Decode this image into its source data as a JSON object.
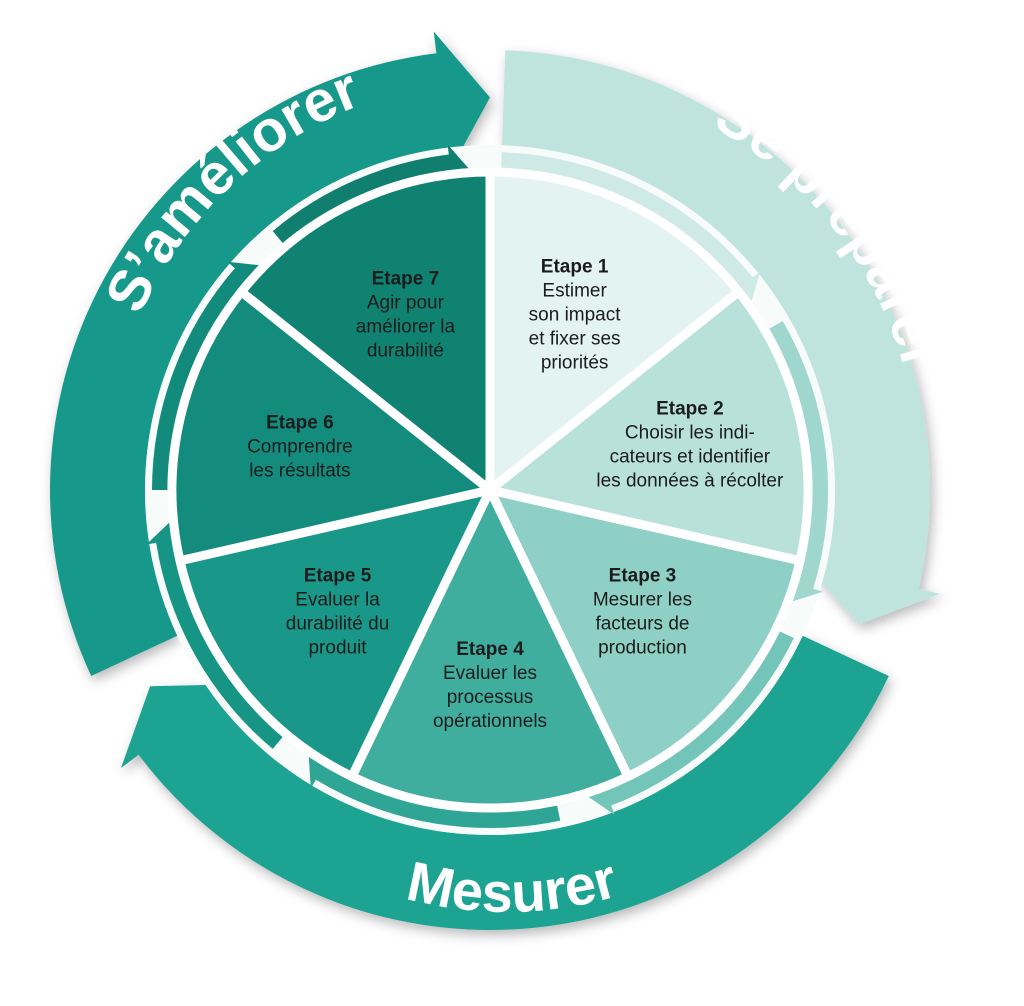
{
  "colors": {
    "dark_teal": "#138f7f",
    "teal": "#1fa593",
    "light_teal": "#b9e2dc",
    "pale_teal": "#e4f4f1",
    "white": "#ffffff"
  },
  "phases": {
    "prepare": {
      "label": "Se préparer",
      "color": "#bfe3dd"
    },
    "measure": {
      "label": "Mesurer",
      "color": "#1ea391"
    },
    "improve": {
      "label": "S’améliorer",
      "color": "#18998a"
    }
  },
  "steps": [
    {
      "title": "Etape 1",
      "lines": [
        "Estimer",
        "son impact",
        "et fixer ses",
        "priorités"
      ],
      "color": "#e3f3f0"
    },
    {
      "title": "Etape 2",
      "lines": [
        "Choisir les indi-",
        "cateurs et identifier",
        "les données à récolter"
      ],
      "color": "#b8e1da"
    },
    {
      "title": "Etape 3",
      "lines": [
        "Mesurer les",
        "facteurs de",
        "production"
      ],
      "color": "#8fd0c6"
    },
    {
      "title": "Etape 4",
      "lines": [
        "Evaluer les",
        "processus",
        "opérationnels"
      ],
      "color": "#3fae9f"
    },
    {
      "title": "Etape 5",
      "lines": [
        "Evaluer la",
        "durabilité du",
        "produit"
      ],
      "color": "#199788"
    },
    {
      "title": "Etape 6",
      "lines": [
        "Comprendre",
        "les résultats"
      ],
      "color": "#138c7d"
    },
    {
      "title": "Etape 7",
      "lines": [
        "Agir pour",
        "améliorer la",
        "durabilité"
      ],
      "color": "#0f8272"
    }
  ]
}
